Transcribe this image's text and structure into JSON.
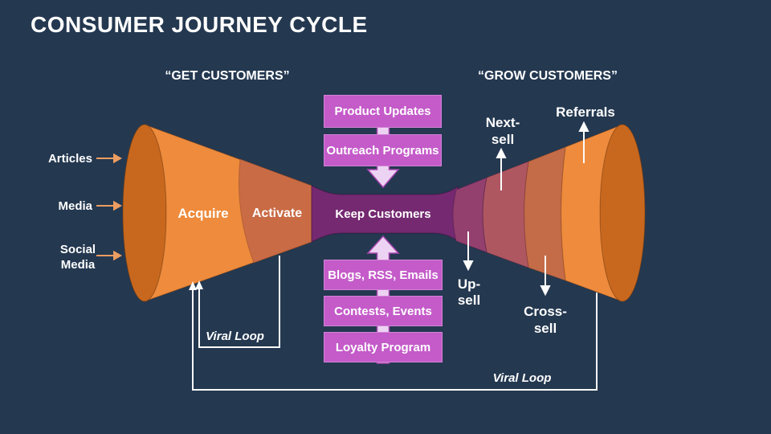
{
  "page": {
    "title": "CONSUMER JOURNEY CYCLE"
  },
  "headers": {
    "get": "“GET CUSTOMERS”",
    "grow": "“GROW CUSTOMERS”"
  },
  "inputs": {
    "articles": "Articles",
    "media": "Media",
    "social_line1": "Social",
    "social_line2": "Media"
  },
  "funnel": {
    "acquire": "Acquire",
    "activate": "Activate",
    "keep": "Keep Customers"
  },
  "grow_labels": {
    "next_line1": "Next-",
    "next_line2": "sell",
    "referrals": "Referrals",
    "up_line1": "Up-",
    "up_line2": "sell",
    "cross_line1": "Cross-",
    "cross_line2": "sell"
  },
  "top_boxes": [
    "Product Updates",
    "Outreach Programs"
  ],
  "bottom_boxes": [
    "Blogs, RSS, Emails",
    "Contests, Events",
    "Loyalty Program"
  ],
  "viral": {
    "left": "Viral Loop",
    "right": "Viral Loop"
  },
  "colors": {
    "background": "#243850",
    "funnel_orange": "#EE8B3D",
    "funnel_dark_orange": "#C8681E",
    "activate_terracotta": "#C96B45",
    "keep_purple": "#752971",
    "upsell_plum": "#93406F",
    "nextsell_rose": "#AF5761",
    "crosssell_terracotta": "#C46B48",
    "box_magenta": "#C45BC9",
    "pink_arrow_fill": "#EDD3F3",
    "pink_arrow_outline": "#A845AE",
    "input_arrow_peach": "#ED9D60",
    "loop_line_white": "#FCFCFC"
  }
}
